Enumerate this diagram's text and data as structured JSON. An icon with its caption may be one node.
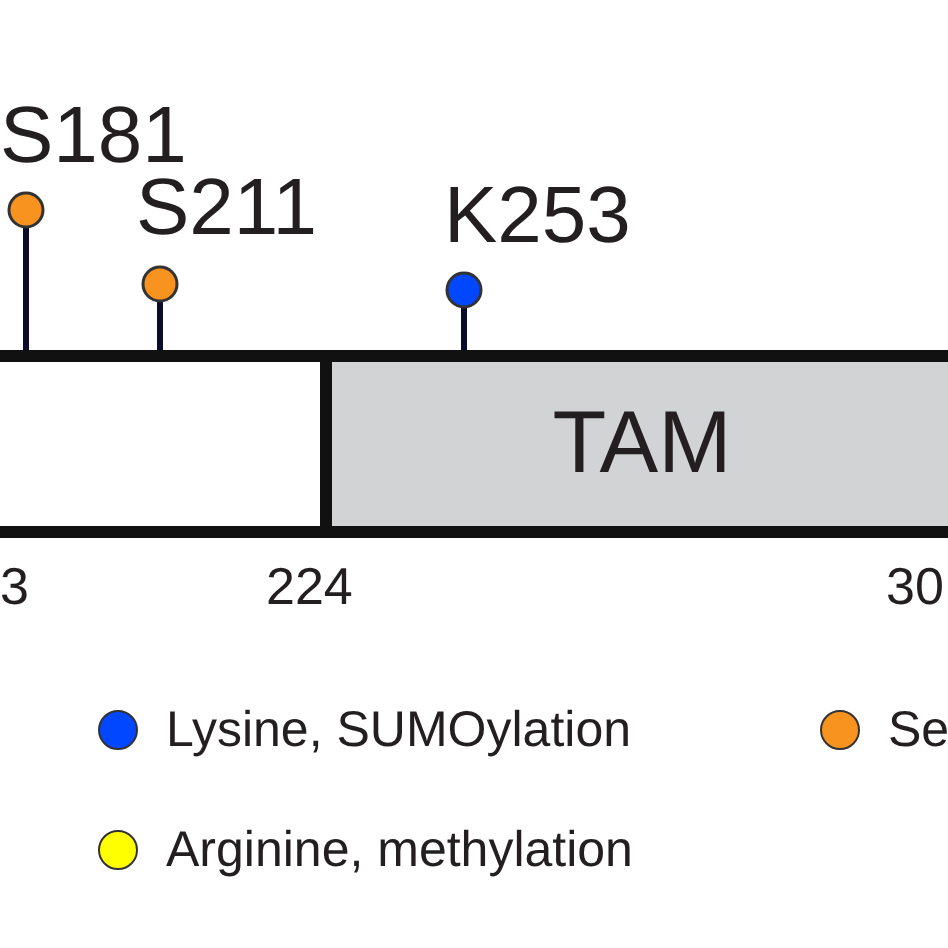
{
  "diagram": {
    "nodes": [
      {
        "text": [],
        "shape": "box"
      },
      {
        "text": [
          "TAM"
        ]
      }
    ],
    "labels": [
      "S181",
      "S211",
      "K253",
      "3",
      "224",
      "30"
    ],
    "legend": [
      {
        "text": "Lysine, SUMOylation",
        "color": "#0047ff"
      },
      {
        "text": "Se",
        "color": "#f7931e"
      },
      {
        "text": "Arginine, methylation",
        "color": "#ffff00"
      }
    ]
  }
}
